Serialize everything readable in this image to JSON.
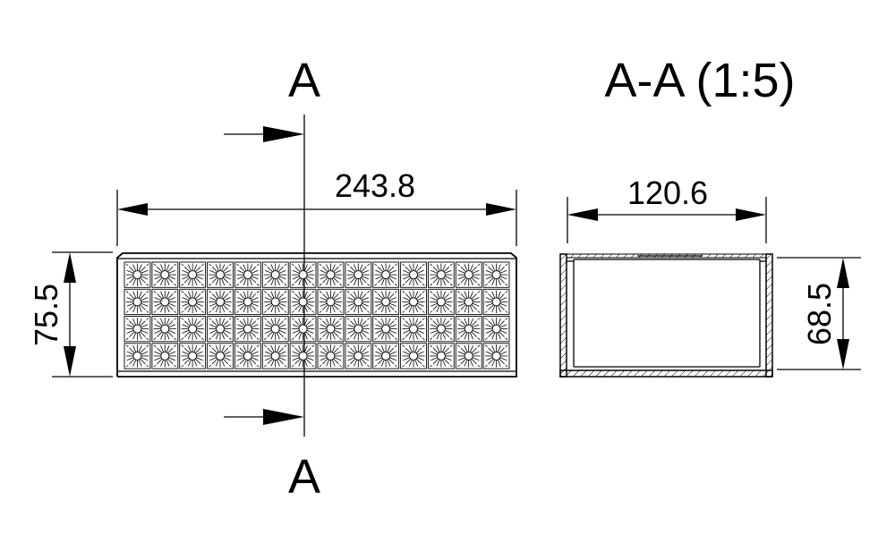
{
  "labels": {
    "section_top": "A",
    "section_bottom": "A",
    "section_title": "A-A (1:5)"
  },
  "dimensions": {
    "front_width": "243.8",
    "front_height": "75.5",
    "section_width": "120.6",
    "section_height": "68.5"
  },
  "pattern": {
    "rows": 4,
    "columns": 14
  }
}
